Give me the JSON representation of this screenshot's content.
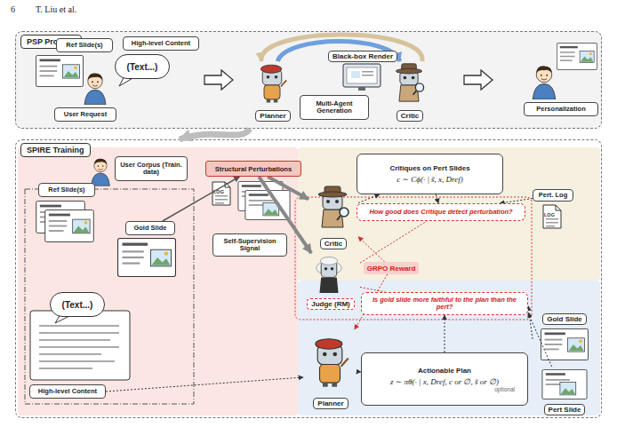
{
  "diagram": {
    "nodes": [
      {
        "text": [
          "PSP Process"
        ]
      },
      {
        "text": [
          "Ref Slide(s)"
        ],
        "in": 0
      },
      {
        "text": [
          "High-level Content"
        ],
        "in": 0
      },
      {
        "text": [
          "(Text...)"
        ],
        "in": 0
      },
      {
        "text": [
          "User Request"
        ],
        "in": 0
      },
      {
        "text": [
          "Black-box Render"
        ],
        "in": 0
      },
      {
        "text": [
          "Planner"
        ],
        "in": 0
      },
      {
        "text": [
          "Multi-Agent Generation"
        ],
        "in": 0
      },
      {
        "text": [
          "Critic"
        ],
        "in": 0
      },
      {
        "text": [
          "Personalization"
        ],
        "in": 0
      },
      {
        "text": [
          "SPIRE Training"
        ]
      },
      {
        "text": [
          "User Corpus (Train. data)"
        ],
        "in": 10
      },
      {
        "text": [
          "Ref Slide(s)"
        ],
        "in": 10
      },
      {
        "text": [
          "Gold Slide"
        ],
        "in": 10
      },
      {
        "text": [
          "(Text...)"
        ],
        "in": 10
      },
      {
        "text": [
          "High-level Content"
        ],
        "in": 10
      },
      {
        "text": [
          "Structural Perturbations"
        ],
        "in": 10
      },
      {
        "text": [
          "Self-Supervision Signal"
        ],
        "in": 10
      },
      {
        "text": [
          "Critic"
        ],
        "in": 10
      },
      {
        "text": [
          "Critiques on Pert Slides",
          "c ∼ Cϕ(· | s̃, x, Dref)"
        ],
        "in": 10
      },
      {
        "text": [
          "Pert. Log"
        ],
        "in": 10
      },
      {
        "text": [
          "How good does Critique detect perturbation?"
        ],
        "in": 10
      },
      {
        "text": [
          "Judge (RM)"
        ],
        "in": 10
      },
      {
        "text": [
          "GRPO Reward"
        ],
        "in": 10
      },
      {
        "text": [
          "Is gold slide more faithful to the plan than the pert?"
        ],
        "in": 10
      },
      {
        "text": [
          "Planner"
        ],
        "in": 10
      },
      {
        "text": [
          "Actionable Plan",
          "z ∼ πθ(· | x, Dref, c or ∅, s̃ or ∅)",
          "optional"
        ],
        "in": 10
      },
      {
        "text": [
          "Gold Slide"
        ],
        "in": 10
      },
      {
        "text": [
          "Pert Slide"
        ],
        "in": 10
      }
    ],
    "edges": [
      {
        "from": 0,
        "to": 10,
        "arrow": "to"
      },
      {
        "from": 6,
        "to": 8,
        "arrow": "to"
      },
      {
        "from": 8,
        "to": 6,
        "arrow": "to"
      },
      {
        "from": 13,
        "to": 16,
        "arrow": "to"
      },
      {
        "from": 16,
        "to": 18,
        "arrow": "to"
      },
      {
        "from": 16,
        "to": 22,
        "arrow": "to"
      },
      {
        "from": 18,
        "to": 19,
        "arrow": "to"
      },
      {
        "from": 19,
        "to": 21,
        "arrow": "to"
      },
      {
        "from": 20,
        "to": 21,
        "arrow": "to"
      },
      {
        "from": 22,
        "to": 21,
        "arrow": "none"
      },
      {
        "from": 22,
        "to": 24,
        "arrow": "none"
      },
      {
        "from": 23,
        "to": 18,
        "arrow": "to"
      },
      {
        "from": 23,
        "to": 25,
        "arrow": "to"
      },
      {
        "from": 15,
        "to": 25,
        "arrow": "to"
      },
      {
        "from": 25,
        "to": 26,
        "arrow": "to"
      },
      {
        "from": 26,
        "to": 24,
        "arrow": "to"
      },
      {
        "from": 27,
        "to": 24,
        "arrow": "to"
      },
      {
        "from": 28,
        "to": 24,
        "arrow": "to"
      }
    ],
    "labels": [
      "6",
      "T. Liu et al.",
      "LOG",
      "LOG"
    ]
  }
}
